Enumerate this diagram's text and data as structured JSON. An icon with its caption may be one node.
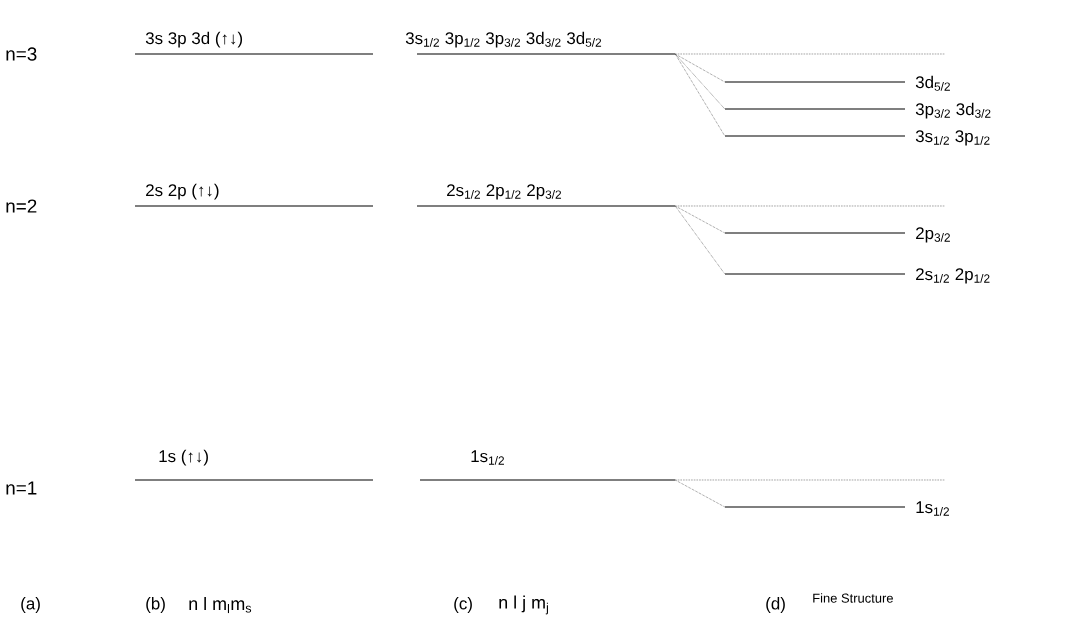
{
  "diagram": {
    "nodes": [
      {
        "text": [
          "3s 3p 3d (↑↓)"
        ]
      },
      {
        "text": [
          "3s$_{1/2}$ 3p$_{1/2}$ 3p$_{3/2}$ 3d$_{3/2}$ 3d$_{5/2}$"
        ]
      },
      {
        "text": [
          "3d$_{5/2}$"
        ]
      },
      {
        "text": [
          "3p$_{3/2}$ 3d$_{3/2}$"
        ]
      },
      {
        "text": [
          "3s$_{1/2}$ 3p$_{1/2}$"
        ]
      },
      {
        "text": [
          "2s 2p (↑↓)"
        ]
      },
      {
        "text": [
          "2s$_{1/2}$ 2p$_{1/2}$ 2p$_{3/2}$"
        ]
      },
      {
        "text": [
          "2p$_{3/2}$"
        ]
      },
      {
        "text": [
          "2s$_{1/2}$ 2p$_{1/2}$"
        ]
      },
      {
        "text": [
          "1s (↑↓)"
        ]
      },
      {
        "text": [
          "1s$_{1/2}$"
        ]
      },
      {
        "text": [
          "1s$_{1/2}$"
        ]
      }
    ],
    "edges": [
      {
        "from": 1,
        "to": 2,
        "arrow": "none",
        "style": "dashed"
      },
      {
        "from": 1,
        "to": 3,
        "arrow": "none",
        "style": "dashed"
      },
      {
        "from": 1,
        "to": 4,
        "arrow": "none",
        "style": "dashed"
      },
      {
        "from": 6,
        "to": 7,
        "arrow": "none",
        "style": "dashed"
      },
      {
        "from": 6,
        "to": 8,
        "arrow": "none",
        "style": "dashed"
      },
      {
        "from": 10,
        "to": 11,
        "arrow": "none",
        "style": "dashed"
      }
    ],
    "labels": [
      "n=3",
      "n=2",
      "n=1",
      "(a)",
      "(b)",
      "n l m$_{l}$m$_{s}$",
      "(c)",
      "n l j m$_{j}$",
      "(d)",
      "Fine Structure"
    ]
  }
}
